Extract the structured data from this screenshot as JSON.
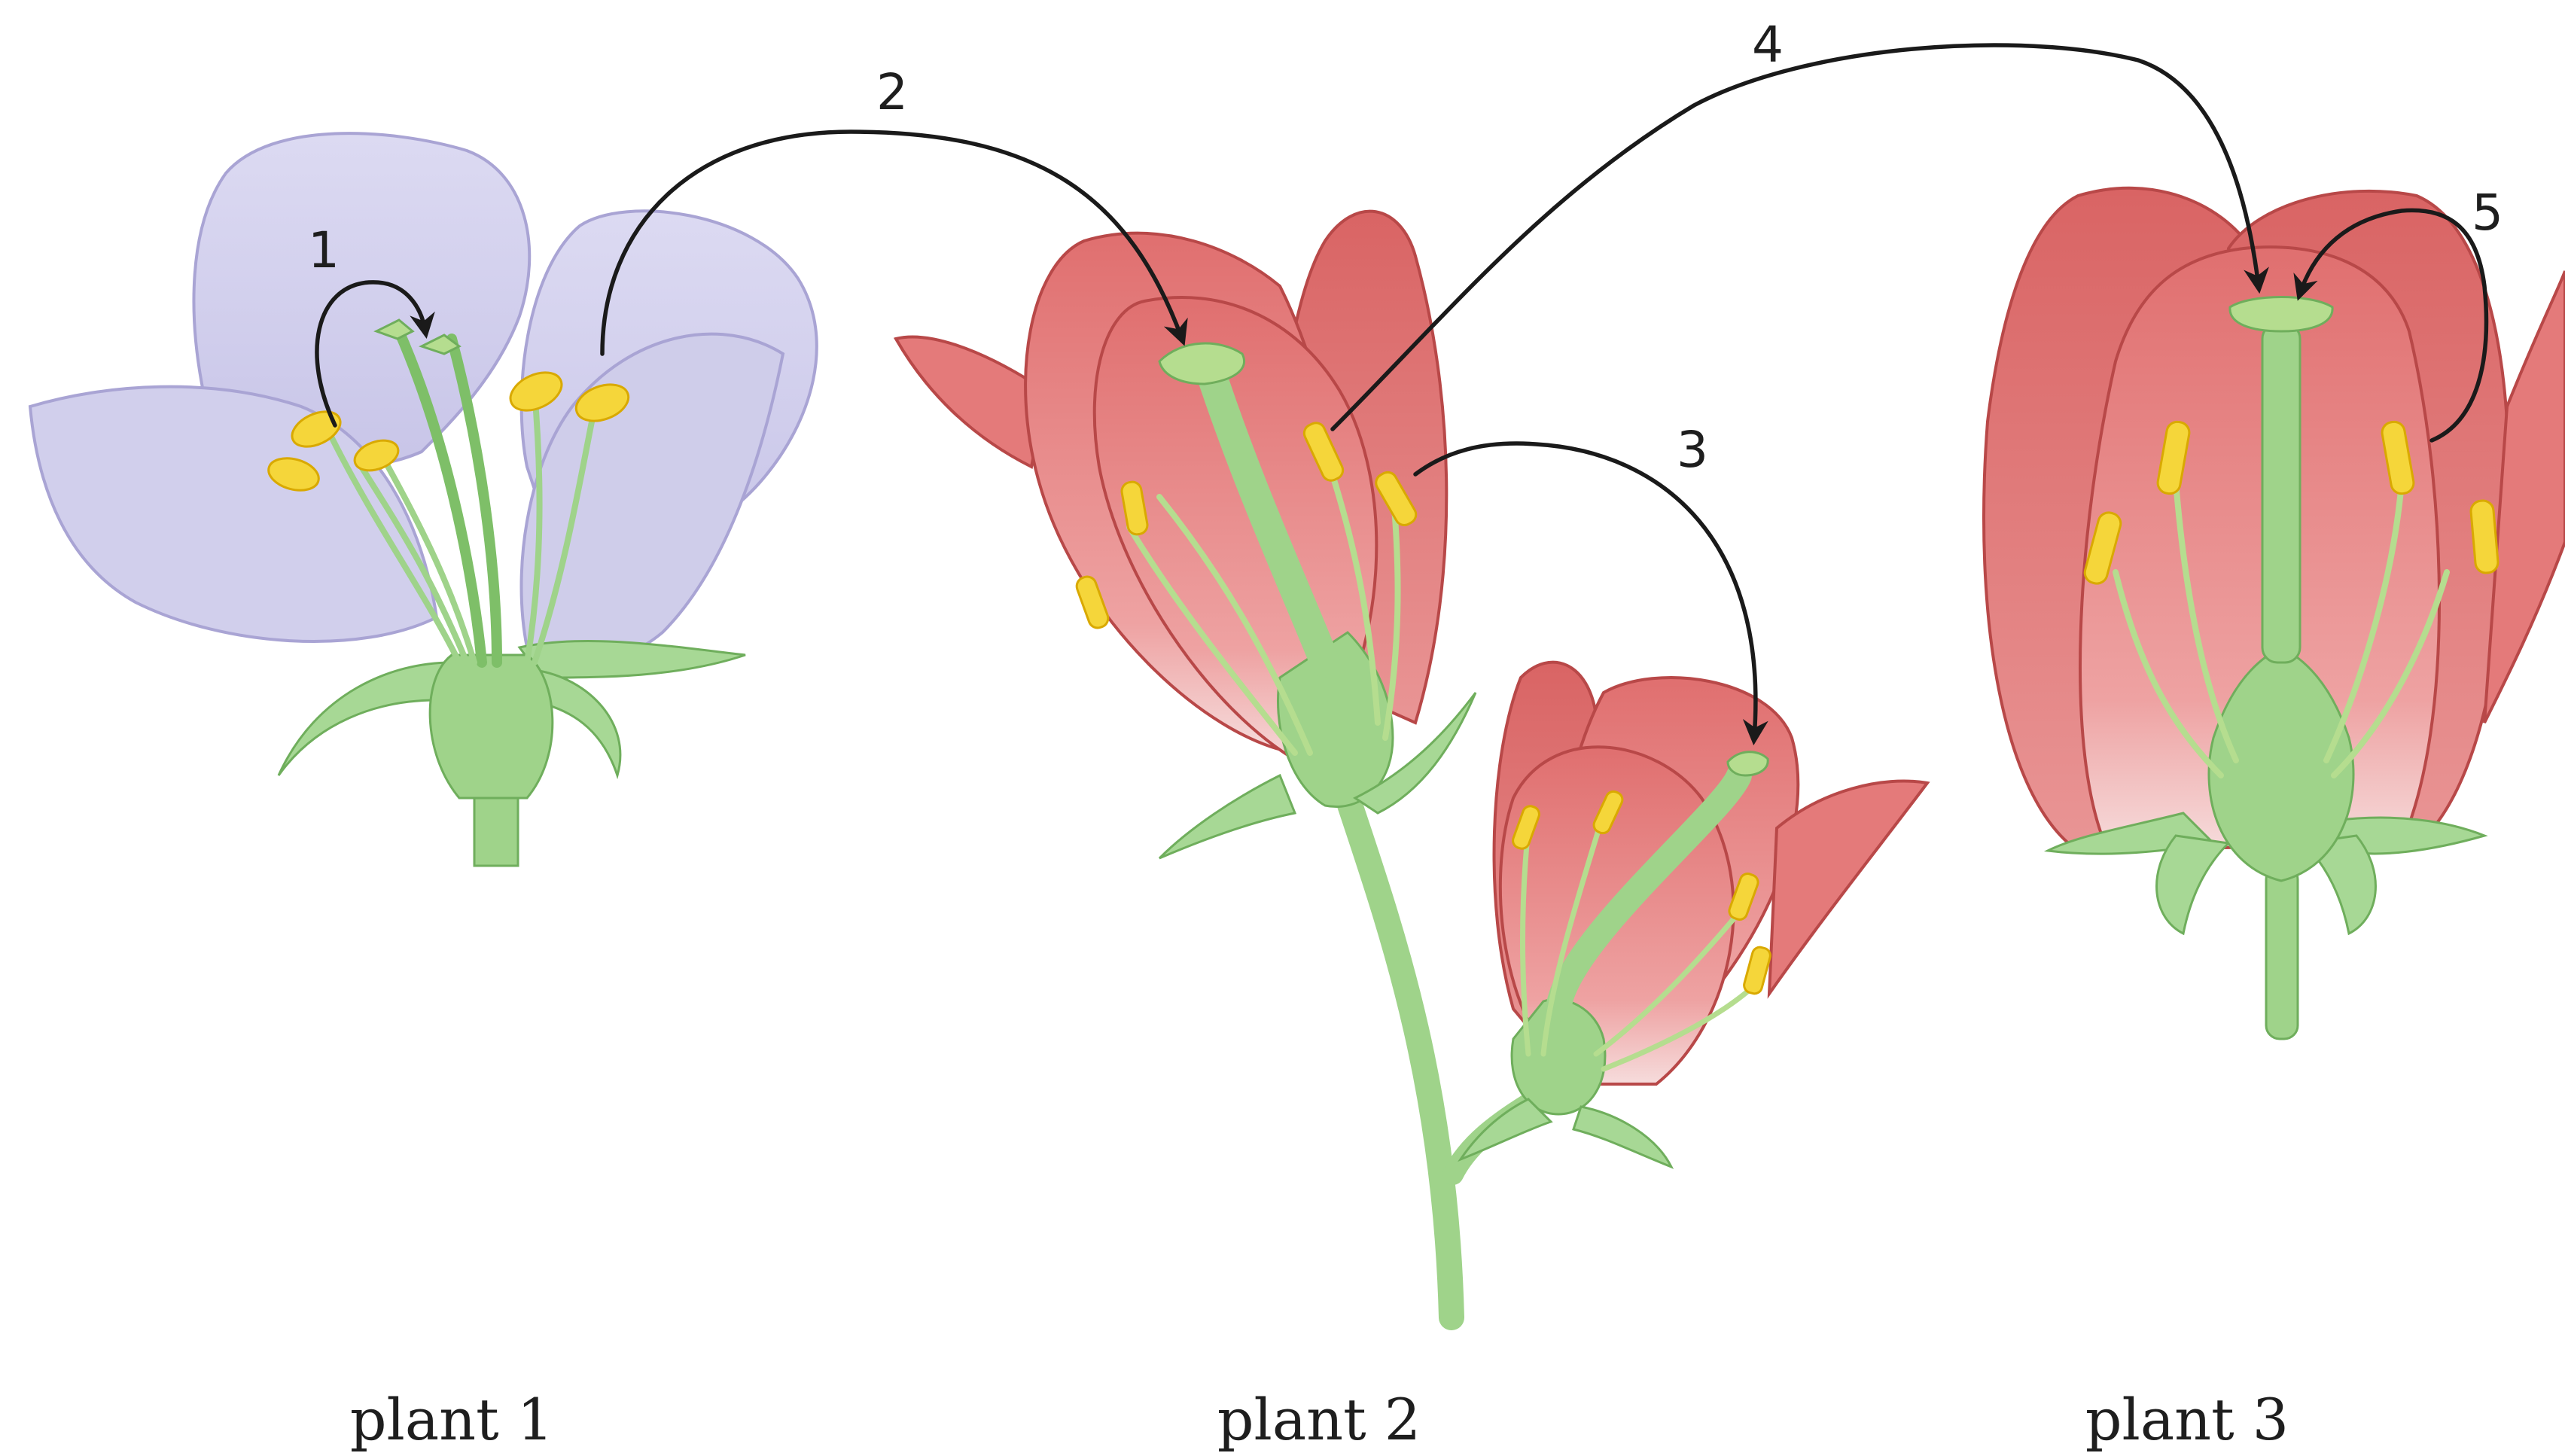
{
  "arrows": [
    {
      "id": "1",
      "label": "1"
    },
    {
      "id": "2",
      "label": "2"
    },
    {
      "id": "3",
      "label": "3"
    },
    {
      "id": "4",
      "label": "4"
    },
    {
      "id": "5",
      "label": "5"
    }
  ],
  "plants": [
    {
      "id": "plant-1",
      "label": "plant 1"
    },
    {
      "id": "plant-2",
      "label": "plant 2"
    },
    {
      "id": "plant-3",
      "label": "plant 3"
    }
  ],
  "colors": {
    "lavender_petal": "#d3d1ec",
    "lavender_edge": "#a9a4d4",
    "red_petal": "#e47a7a",
    "red_edge": "#b84848",
    "green": "#9fd38a",
    "green_dark": "#6fae5c",
    "yellow": "#f5d63a",
    "yellow_edge": "#d9a900"
  }
}
